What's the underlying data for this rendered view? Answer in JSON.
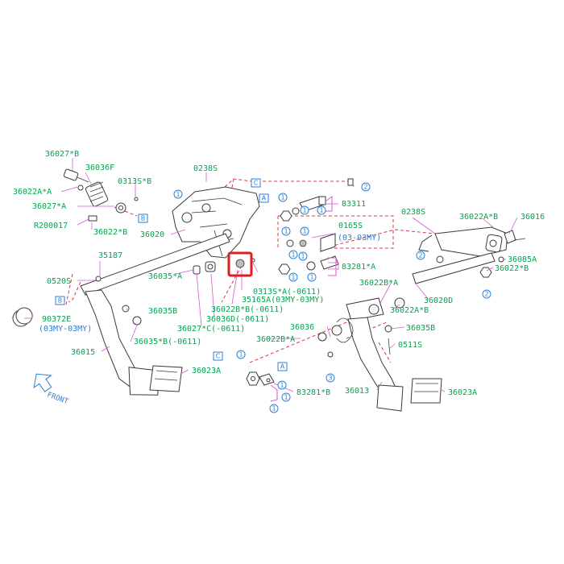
{
  "labels": [
    {
      "id": "l1",
      "text": "36027*B"
    },
    {
      "id": "l2",
      "text": "36036F"
    },
    {
      "id": "l3",
      "text": "0313S*B"
    },
    {
      "id": "l4",
      "text": "36022A*A"
    },
    {
      "id": "l5",
      "text": "36027*A"
    },
    {
      "id": "l6",
      "text": "R200017"
    },
    {
      "id": "l7",
      "text": "36022*B"
    },
    {
      "id": "l8",
      "text": "36020"
    },
    {
      "id": "l9",
      "text": "0238S"
    },
    {
      "id": "l10",
      "text": "83311"
    },
    {
      "id": "l11",
      "text": "0165S"
    },
    {
      "id": "l12",
      "text": "(03-03MY)"
    },
    {
      "id": "l13",
      "text": "83281*A"
    },
    {
      "id": "l14",
      "text": "0313S*A(-0611)"
    },
    {
      "id": "l15",
      "text": "35165A(03MY-03MY)"
    },
    {
      "id": "l16",
      "text": "36022B*B(-0611)"
    },
    {
      "id": "l17",
      "text": "36036D(-0611)"
    },
    {
      "id": "l18",
      "text": "36027*C(-0611)"
    },
    {
      "id": "l19",
      "text": "35187"
    },
    {
      "id": "l20",
      "text": "36035*A"
    },
    {
      "id": "l21",
      "text": "0520S"
    },
    {
      "id": "l22",
      "text": "36035B"
    },
    {
      "id": "l23",
      "text": "90372E"
    },
    {
      "id": "l24",
      "text": "(03MY-03MY)"
    },
    {
      "id": "l25",
      "text": "36035*B(-0611)"
    },
    {
      "id": "l26",
      "text": "36015"
    },
    {
      "id": "l27",
      "text": "36023A"
    },
    {
      "id": "l28",
      "text": "83281*B"
    },
    {
      "id": "l29",
      "text": "36022B*A"
    },
    {
      "id": "l30",
      "text": "36036"
    },
    {
      "id": "l31",
      "text": "36022B*A"
    },
    {
      "id": "l32",
      "text": "36022A*B"
    },
    {
      "id": "l33",
      "text": "36035B"
    },
    {
      "id": "l34",
      "text": "0511S"
    },
    {
      "id": "l35",
      "text": "36013"
    },
    {
      "id": "l36",
      "text": "36023A"
    },
    {
      "id": "l37",
      "text": "0238S"
    },
    {
      "id": "l38",
      "text": "36022A*B"
    },
    {
      "id": "l39",
      "text": "36016"
    },
    {
      "id": "l40",
      "text": "36085A"
    },
    {
      "id": "l41",
      "text": "36022*B"
    },
    {
      "id": "l42",
      "text": "36020D"
    }
  ],
  "circle_markers": [
    {
      "id": "c1",
      "num": "1"
    },
    {
      "id": "c2",
      "num": "2"
    },
    {
      "id": "c3",
      "num": "1"
    },
    {
      "id": "c4",
      "num": "1"
    },
    {
      "id": "c5",
      "num": "1"
    },
    {
      "id": "c6",
      "num": "1"
    },
    {
      "id": "c7",
      "num": "1"
    },
    {
      "id": "c8",
      "num": "1"
    },
    {
      "id": "c9",
      "num": "1"
    },
    {
      "id": "c10",
      "num": "1"
    },
    {
      "id": "c11",
      "num": "1"
    },
    {
      "id": "c12",
      "num": "2"
    },
    {
      "id": "c13",
      "num": "2"
    },
    {
      "id": "c14",
      "num": "1"
    },
    {
      "id": "c15",
      "num": "3"
    },
    {
      "id": "c16",
      "num": "1"
    },
    {
      "id": "c17",
      "num": "1"
    },
    {
      "id": "c18",
      "num": "1"
    }
  ],
  "box_markers": [
    {
      "id": "b1",
      "letter": "C"
    },
    {
      "id": "b2",
      "letter": "A"
    },
    {
      "id": "b3",
      "letter": "B"
    },
    {
      "id": "b4",
      "letter": "B"
    },
    {
      "id": "b5",
      "letter": "C"
    },
    {
      "id": "b6",
      "letter": "A"
    }
  ],
  "front_label": "FRONT",
  "colors": {
    "label": "#00a650",
    "leader": "#d45ad4",
    "reference": "#2b7fd6",
    "highlight": "#e01e1e",
    "dashed": "#e0344a"
  }
}
